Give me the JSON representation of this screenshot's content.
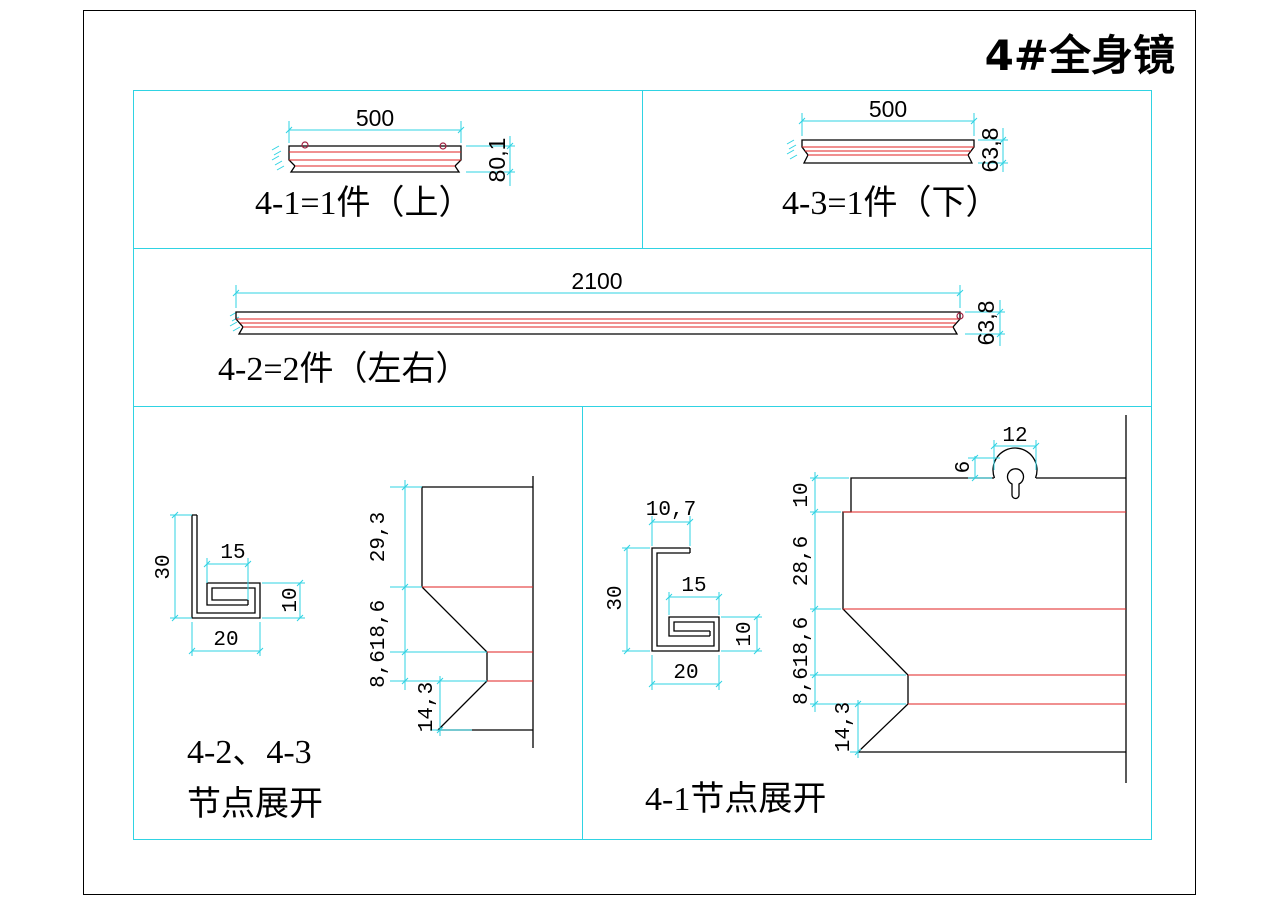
{
  "title": "4#全身镜",
  "part_4_1": {
    "label": "4-1=1件（上）",
    "length": "500",
    "height": "80,1"
  },
  "part_4_3": {
    "label": "4-3=1件（下）",
    "length": "500",
    "height": "63,8"
  },
  "part_4_2": {
    "label": "4-2=2件（左右）",
    "length": "2100",
    "height": "63,8"
  },
  "detail_4_2_4_3": {
    "label_line1": "4-2、4-3",
    "label_line2": "节点展开",
    "profile": {
      "height": "30",
      "hook": "15",
      "lip": "10",
      "width": "20"
    },
    "unfold": {
      "top": "29,3",
      "slope": "18,6",
      "flat": "8,6",
      "bottom": "14,3"
    }
  },
  "detail_4_1": {
    "label": "4-1节点展开",
    "profile": {
      "top": "10,7",
      "height": "30",
      "hook": "15",
      "lip": "10",
      "width": "20"
    },
    "unfold": {
      "keyhole_width": "12",
      "keyhole_offset": "6",
      "top": "10",
      "upper": "28,6",
      "slope": "18,6",
      "flat": "8,6",
      "bottom": "14,3"
    }
  },
  "colors": {
    "frame": "#000000",
    "grid": "#2fd3e3",
    "dimension": "#2fd3e3",
    "fold_line": "#e02020",
    "outline": "#000000",
    "node": "#a02040"
  }
}
